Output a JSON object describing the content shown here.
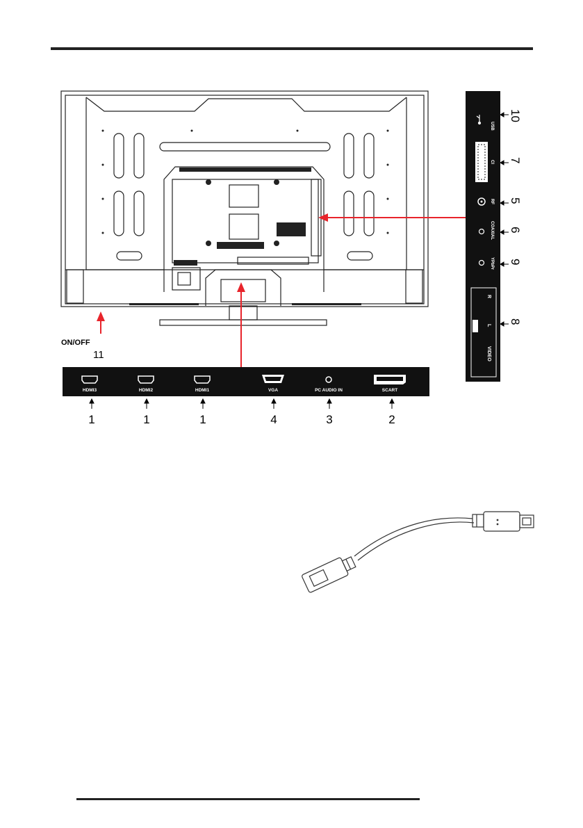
{
  "bottom_ports": [
    {
      "label": "HDMI3",
      "number": "1"
    },
    {
      "label": "HDMI2",
      "number": "1"
    },
    {
      "label": "HDMI1",
      "number": "1"
    },
    {
      "label": "VGA",
      "number": "4"
    },
    {
      "label": "PC AUDIO IN",
      "number": "3"
    },
    {
      "label": "SCART",
      "number": "2"
    }
  ],
  "side_ports": [
    {
      "label": "USB",
      "number": "10"
    },
    {
      "label": "CI",
      "number": "7"
    },
    {
      "label": "RF",
      "number": "5"
    },
    {
      "label": "COAXIAL",
      "number": "6"
    },
    {
      "label": "YPbPr",
      "number": "9"
    },
    {
      "label": "VIDEO",
      "label_l": "L",
      "label_r": "R",
      "number": "8"
    }
  ],
  "power": {
    "label": "ON/OFF",
    "number": "11"
  },
  "colors": {
    "arrow": "#e8242b",
    "panel": "#111111",
    "line": "#000000"
  }
}
